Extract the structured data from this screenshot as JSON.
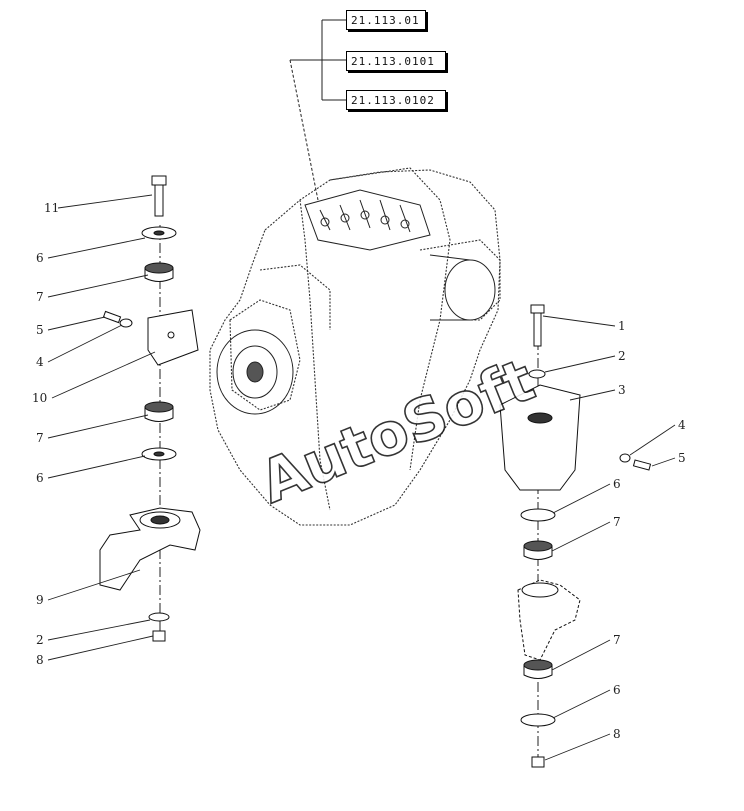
{
  "ref_codes": [
    "21.113.01",
    "21.113.0101",
    "21.113.0102"
  ],
  "left_labels": [
    "11",
    "6",
    "7",
    "5",
    "4",
    "10",
    "7",
    "6",
    "9",
    "2",
    "8"
  ],
  "right_labels": [
    "1",
    "2",
    "3",
    "4",
    "5",
    "6",
    "7",
    "7",
    "6",
    "8"
  ],
  "watermark": "AutoSoft"
}
